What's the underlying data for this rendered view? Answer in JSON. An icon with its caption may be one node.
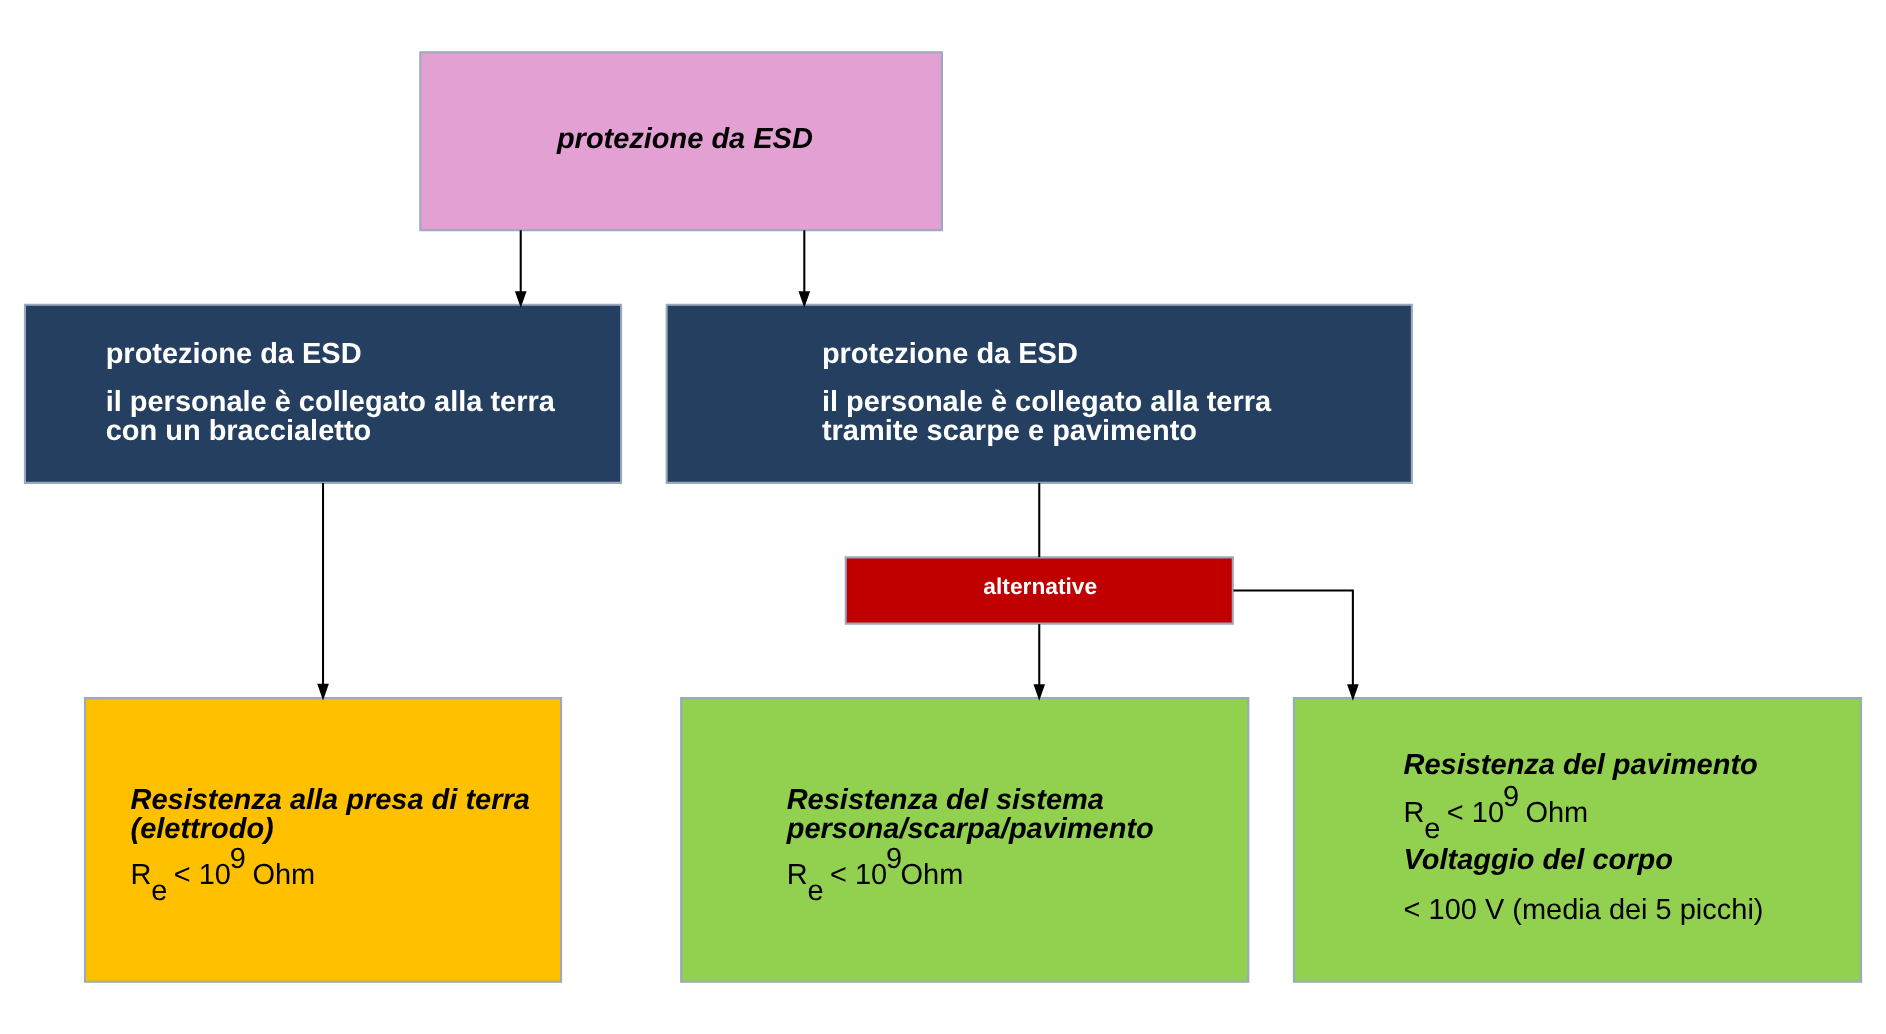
{
  "diagram": {
    "nodes": [
      {
        "text": [
          "protezione da ESD"
        ]
      },
      {
        "text": [
          "protezione da ESD",
          "il personale è collegato alla terra con un braccialetto"
        ]
      },
      {
        "text": [
          "protezione da ESD",
          "il personale è collegato alla terra tramite scarpe e pavimento"
        ]
      },
      {
        "text": [
          "alternative"
        ]
      },
      {
        "text": [
          "Resistenza alla presa di terra (elettrodo)",
          "R$_{e}$ < 10$^{9}$ Ohm"
        ]
      },
      {
        "text": [
          "Resistenza del sistema persona/scarpa/pavimento",
          "R$_{e}$ < 10$^{9}$Ohm"
        ]
      },
      {
        "text": [
          "Resistenza del pavimento",
          "R$_{e}$ < 10$^{9}$ Ohm",
          "Voltaggio del corpo",
          "< 100 V (media dei 5 picchi)"
        ]
      }
    ],
    "edges": [
      {
        "from": 0,
        "to": 1,
        "arrow": "to"
      },
      {
        "from": 0,
        "to": 2,
        "arrow": "to"
      },
      {
        "from": 1,
        "to": 4,
        "arrow": "to"
      },
      {
        "from": 2,
        "to": 3,
        "arrow": "none"
      },
      {
        "from": 3,
        "to": 5,
        "arrow": "to"
      },
      {
        "from": 3,
        "to": 6,
        "arrow": "to"
      }
    ]
  }
}
